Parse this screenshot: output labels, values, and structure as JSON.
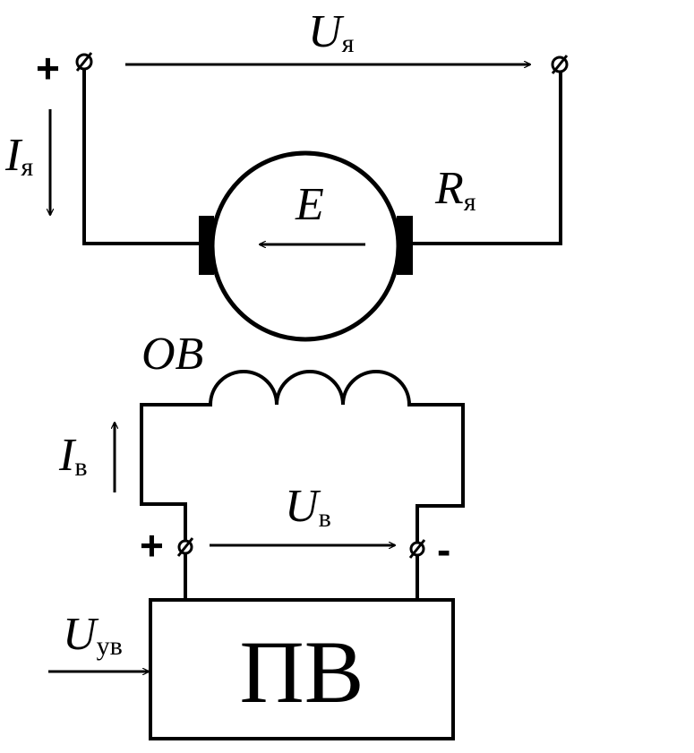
{
  "armature": {
    "voltage": {
      "symbol": "U",
      "subscript": "я"
    },
    "current": {
      "symbol": "I",
      "subscript": "я"
    },
    "resistance": {
      "symbol": "R",
      "subscript": "я"
    },
    "emf": {
      "symbol": "E"
    },
    "plus_sign": "+"
  },
  "field": {
    "winding_label": "OB",
    "current": {
      "symbol": "I",
      "subscript": "в"
    },
    "voltage": {
      "symbol": "U",
      "subscript": "в"
    },
    "plus_sign": "+",
    "minus_sign": "-"
  },
  "converter": {
    "label": "ПВ",
    "control_voltage": {
      "symbol": "U",
      "subscript": "ув"
    }
  }
}
